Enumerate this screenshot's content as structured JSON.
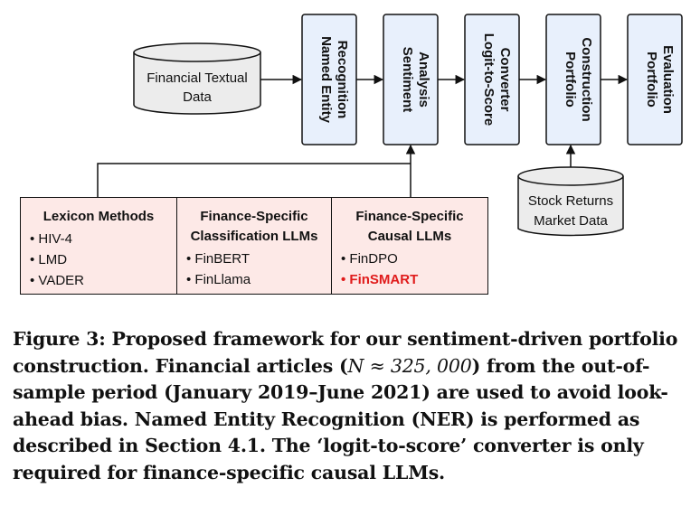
{
  "sources": {
    "financial_text": [
      "Financial Textual",
      "Data"
    ],
    "stock_returns": [
      "Stock Returns",
      "Market Data"
    ]
  },
  "pipeline": [
    {
      "id": "ner",
      "lines": [
        "Named Entity",
        "Recognition"
      ]
    },
    {
      "id": "sentiment",
      "lines": [
        "Sentiment",
        "Analysis"
      ]
    },
    {
      "id": "logit",
      "lines": [
        "Logit-to-Score",
        "Converter"
      ]
    },
    {
      "id": "portfolio-construction",
      "lines": [
        "Portfolio",
        "Construction"
      ]
    },
    {
      "id": "portfolio-evaluation",
      "lines": [
        "Portfolio",
        "Evaluation"
      ]
    }
  ],
  "methods": [
    {
      "id": "lexicon",
      "header": [
        "Lexicon Methods"
      ],
      "items": [
        {
          "text": "HIV-4"
        },
        {
          "text": "LMD"
        },
        {
          "text": "VADER"
        }
      ]
    },
    {
      "id": "classification",
      "header": [
        "Finance-Specific",
        "Classification LLMs"
      ],
      "items": [
        {
          "text": "FinBERT"
        },
        {
          "text": "FinLlama"
        }
      ]
    },
    {
      "id": "causal",
      "header": [
        "Finance-Specific",
        "Causal LLMs"
      ],
      "items": [
        {
          "text": "FinDPO"
        },
        {
          "text": "FinSMART",
          "highlight": true
        }
      ]
    }
  ],
  "caption": {
    "label": "Figure 3:",
    "part1": "Proposed framework for our sentiment-driven portfolio construction. Financial articles (",
    "math": "N ≈ 325, 000",
    "part2": ") from the out-of-sample period (January 2019–June 2021) are used to avoid look-ahead bias. Named Entity Recognition (NER) is performed as described in Section 4.1. The ‘logit-to-score’ converter is only required for finance-specific causal LLMs."
  },
  "colors": {
    "stage_fill": "#e8f0fc",
    "panel_fill": "#fde9e7",
    "highlight": "#e01b1b"
  }
}
